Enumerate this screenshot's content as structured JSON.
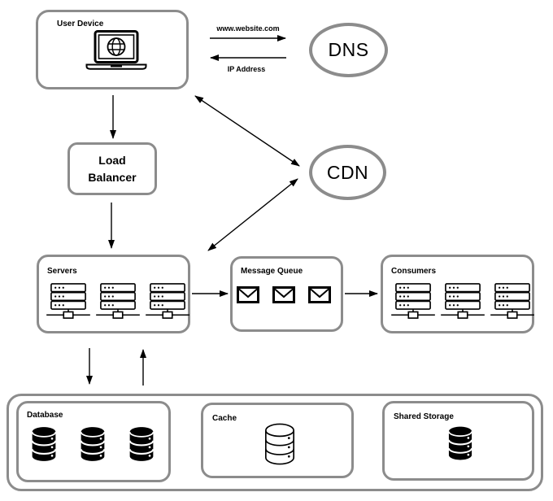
{
  "diagram": {
    "type": "system-architecture",
    "nodes": {
      "user_device": {
        "label": "User Device",
        "icon": "laptop-globe-icon"
      },
      "dns": {
        "label": "DNS"
      },
      "cdn": {
        "label": "CDN"
      },
      "load_balancer": {
        "label": "Load Balancer"
      },
      "servers": {
        "label": "Servers",
        "icon": "server-rack-icon",
        "icon_count": 3
      },
      "message_queue": {
        "label": "Message Queue",
        "icon": "envelope-icon",
        "icon_count": 3
      },
      "consumers": {
        "label": "Consumers",
        "icon": "server-rack-icon",
        "icon_count": 3
      },
      "database": {
        "label": "Database",
        "icon": "database-cylinder-filled-icon",
        "icon_count": 3
      },
      "cache": {
        "label": "Cache",
        "icon": "database-cylinder-outline-icon",
        "icon_count": 1
      },
      "shared_storage": {
        "label": "Shared Storage",
        "icon": "database-cylinder-filled-icon",
        "icon_count": 1
      }
    },
    "edge_labels": {
      "dns_request": "www.website.com",
      "dns_response": "IP Address"
    },
    "colors": {
      "node_border": "#8c8c8c",
      "ink": "#000000",
      "background": "#ffffff"
    }
  }
}
